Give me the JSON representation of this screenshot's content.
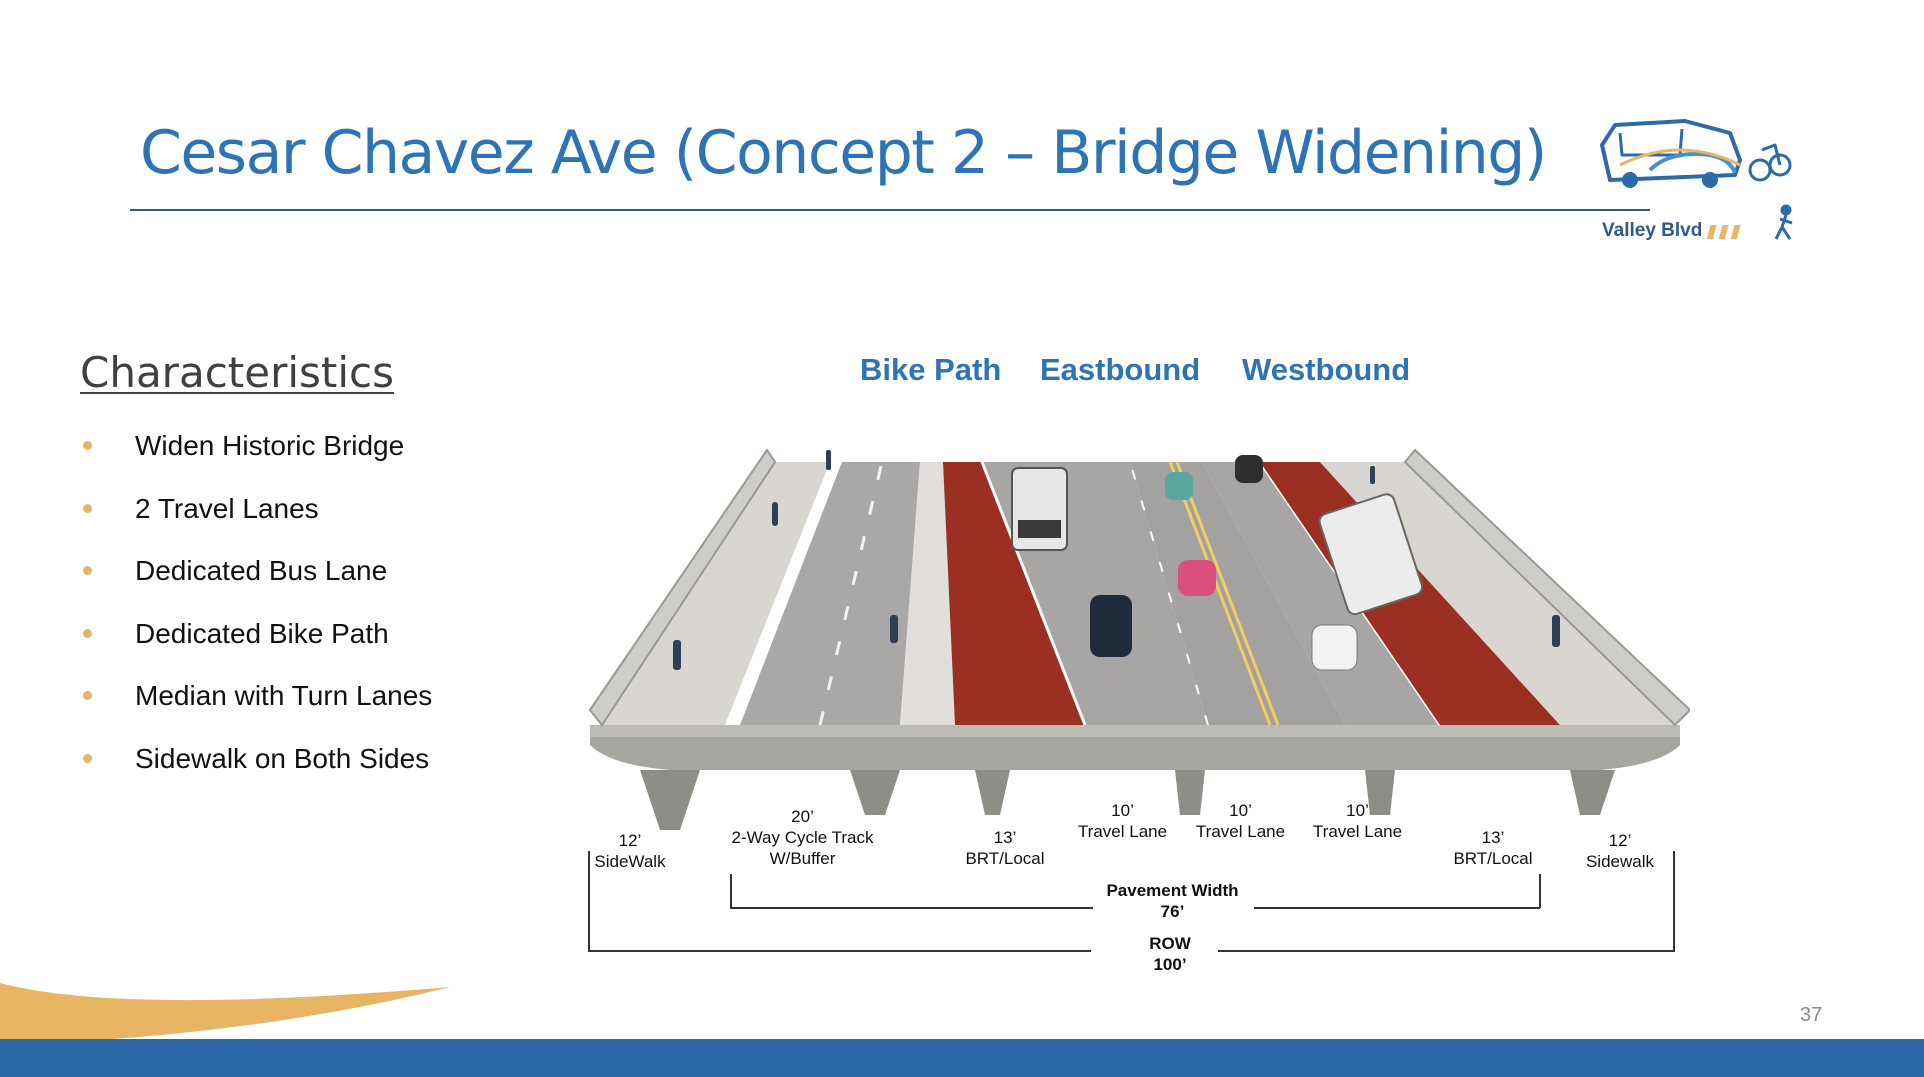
{
  "slide": {
    "title": "Cesar Chavez Ave (Concept 2 – Bridge Widening)",
    "page_number": "37",
    "logo_text": "Valley Blvd"
  },
  "characteristics": {
    "heading": "Characteristics",
    "items": [
      "Widen Historic Bridge",
      "2 Travel Lanes",
      "Dedicated Bus Lane",
      "Dedicated Bike Path",
      "Median with Turn Lanes",
      "Sidewalk on Both Sides"
    ]
  },
  "direction_labels": {
    "bike_path": "Bike Path",
    "eastbound": "Eastbound",
    "westbound": "Westbound"
  },
  "dimensions": {
    "sidewalk_left": {
      "width": "12’",
      "label": "SideWalk"
    },
    "cycle_track": {
      "width": "20’",
      "label1": "2-Way Cycle Track",
      "label2": "W/Buffer"
    },
    "brt_left": {
      "width": "13’",
      "label": "BRT/Local"
    },
    "travel_lane_1": {
      "width": "10’",
      "label": "Travel Lane"
    },
    "travel_lane_2": {
      "width": "10’",
      "label": "Travel Lane"
    },
    "travel_lane_3": {
      "width": "10’",
      "label": "Travel Lane"
    },
    "brt_right": {
      "width": "13’",
      "label": "BRT/Local"
    },
    "sidewalk_right": {
      "width": "12’",
      "label": "Sidewalk"
    },
    "pavement": {
      "label": "Pavement Width",
      "value": "76’"
    },
    "row": {
      "label": "ROW",
      "value": "100’"
    }
  },
  "colors": {
    "title_blue": "#2e74b5",
    "bullet_gold": "#e8b565",
    "bus_lane_red": "#9b2f22",
    "footer_blue": "#2e6aa8"
  }
}
